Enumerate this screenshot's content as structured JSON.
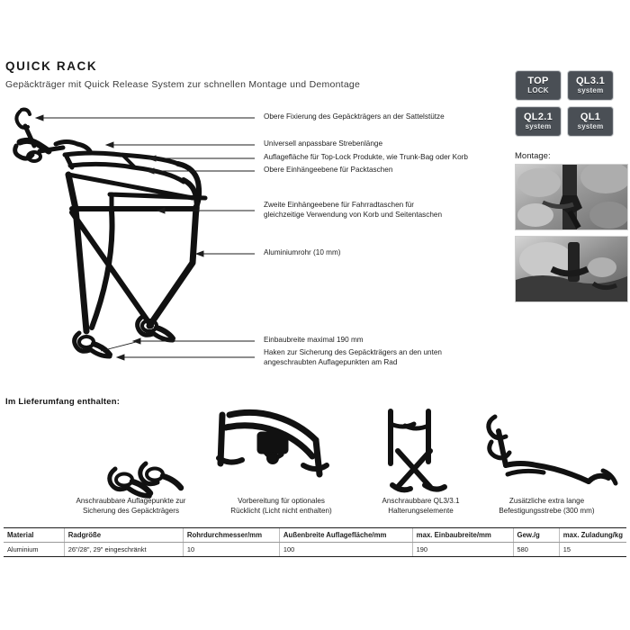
{
  "header": {
    "title": "QUICK RACK",
    "subtitle": "Gepäckträger mit Quick Release System zur schnellen Montage und Demontage"
  },
  "badges": [
    {
      "line1": "TOP",
      "line2": "LOCK",
      "name": "badge-top-lock"
    },
    {
      "line1": "QL3.1",
      "line2": "system",
      "name": "badge-ql31"
    },
    {
      "line1": "QL2.1",
      "line2": "system",
      "name": "badge-ql21"
    },
    {
      "line1": "QL1",
      "line2": "system",
      "name": "badge-ql1"
    }
  ],
  "montage": {
    "label": "Montage:",
    "photo_1_alt": "Montage Schritt 1",
    "photo_2_alt": "Montage Schritt 2"
  },
  "callouts": [
    {
      "text": "Obere Fixierung des Gepäckträgers an der Sattelstütze"
    },
    {
      "text": "Universell anpassbare Strebenlänge"
    },
    {
      "text": "Auflagefläche für Top-Lock Produkte, wie Trunk-Bag oder Korb"
    },
    {
      "text": "Obere Einhängeebene für Packtaschen"
    },
    {
      "text": "Zweite Einhängeebene für Fahrradtaschen für\ngleichzeitige Verwendung von Korb und Seitentaschen"
    },
    {
      "text": "Aluminiumrohr (10 mm)"
    },
    {
      "text": "Einbaubreite maximal 190 mm"
    },
    {
      "text": "Haken zur Sicherung des Gepäckträgers an den unten\nangeschraubten Auflagepunkten am Rad"
    }
  ],
  "included": {
    "title": "Im Lieferumfang enthalten:",
    "items": [
      {
        "caption": "Anschraubbare Auflagepunkte zur\nSicherung des Gepäckträgers",
        "name": "part-mounting-points"
      },
      {
        "caption": "Vorbereitung für optionales\nRücklicht (Licht nicht enthalten)",
        "name": "part-light-mount"
      },
      {
        "caption": "Anschraubbare QL3/3.1\nHalterungselemente",
        "name": "part-ql3-brackets"
      },
      {
        "caption": "Zusätzliche extra lange\nBefestigungsstrebe (300 mm)",
        "name": "part-long-strut"
      }
    ]
  },
  "spec_table": {
    "headers": [
      "Material",
      "Radgröße",
      "Rohrdurchmesser/mm",
      "Außenbreite Auflagefläche/mm",
      "max. Einbaubreite/mm",
      "Gew./g",
      "max. Zuladung/kg"
    ],
    "rows": [
      [
        "Aluminium",
        "26\"/28\", 29\" eingeschränkt",
        "10",
        "100",
        "190",
        "580",
        "15"
      ]
    ]
  },
  "colors": {
    "badge_bg": "#4a4f55",
    "text": "#1d1d1d",
    "rule": "#1d1d1d",
    "photo_bg": "#8d8d8d"
  }
}
